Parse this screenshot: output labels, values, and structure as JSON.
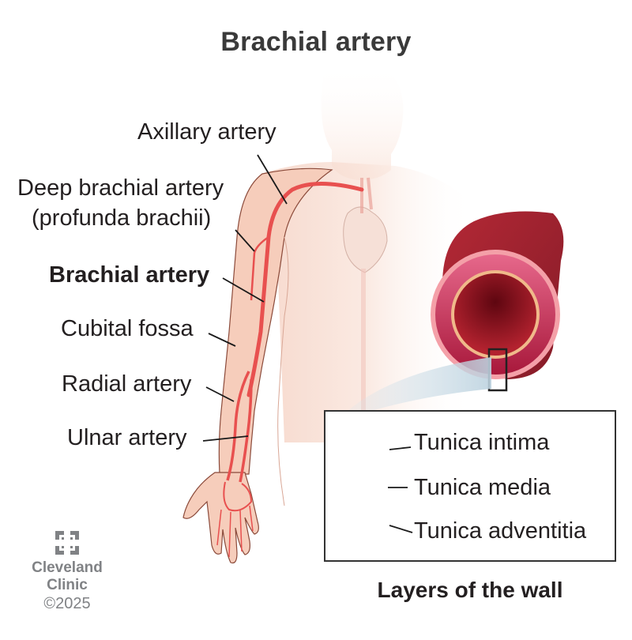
{
  "title": "Brachial artery",
  "labels": {
    "axillary": "Axillary artery",
    "deep_brachial_line1": "Deep brachial artery",
    "deep_brachial_line2": "(profunda brachii)",
    "brachial": "Brachial artery",
    "cubital": "Cubital fossa",
    "radial": "Radial artery",
    "ulnar": "Ulnar artery"
  },
  "inset": {
    "layers": [
      {
        "label": "Tunica intima"
      },
      {
        "label": "Tunica media"
      },
      {
        "label": "Tunica adventitia"
      }
    ],
    "caption": "Layers of the wall"
  },
  "colors": {
    "artery": "#e8504f",
    "skin": "#f6d3c3",
    "vessel_dark": "#8c1321",
    "media_pink": "#c9456b",
    "title": "#3a3a3a",
    "logo_gray": "#808285"
  },
  "logo": {
    "icon": "cleveland-clinic-cross-icon",
    "line1": "Cleveland",
    "line2": "Clinic",
    "copyright": "©2025"
  }
}
